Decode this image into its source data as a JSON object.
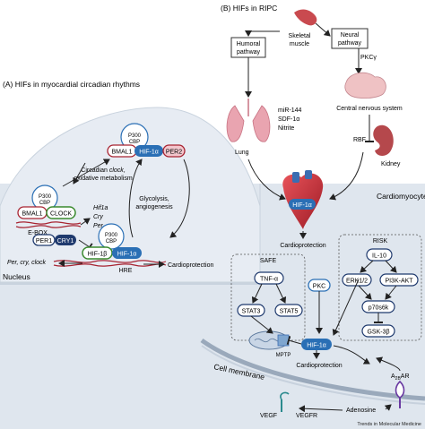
{
  "panelA": {
    "title": "(A) HIFs in myocardial circadian rhythms",
    "nucleus": "Nucleus",
    "p300_top": "P300",
    "cbp_top": "CBP",
    "bmal1_top": "BMAL1",
    "hif1a_top": "HIF-1α",
    "per2": "PER2",
    "circadian_1": "Circadian",
    "circadian_clock": "clock",
    "circadian_2": "oxidative metabolism",
    "p300_left": "P300",
    "cbp_left": "CBP",
    "bmal1_left": "BMAL1",
    "clock_left": "CLOCK",
    "ebox": "E-BOX",
    "genes_1": "Hif1a",
    "genes_2": "Cry",
    "genes_3": "Per",
    "glyco_1": "Glycolysis,",
    "glyco_2": "angiogenesis",
    "per1": "PER1",
    "cry1": "CRY1",
    "p300_bottom": "P300",
    "cbp_bottom": "CBP",
    "hif1b": "HIF-1β",
    "hif1a_bottom": "HIF-1α",
    "hre": "HRE",
    "per_cry_clock": "Per, cry, clock",
    "cardioprotection": "Cardioprotection"
  },
  "panelB": {
    "title": "(B) HIFs in RIPC",
    "skeletal_1": "Skeletal",
    "skeletal_2": "muscle",
    "humoral_1": "Humoral",
    "humoral_2": "pathway",
    "neural_1": "Neural",
    "neural_2": "pathway",
    "pkc_gamma": "PKCγ",
    "mir144": "miR-144",
    "sdf1a": "SDF-1α",
    "nitrite": "Nitrite",
    "lung": "Lung",
    "cns": "Central nervous system",
    "rbf": "RBF",
    "kidney": "Kidney",
    "heart_hif": "HIF-1α",
    "cardioprotection_mid": "Cardioprotection",
    "cardiomyocyte": "Cardiomyocyte",
    "safe": "SAFE",
    "tnf": "TNF-α",
    "stat3": "STAT3",
    "stat5": "STAT5",
    "pkc": "PKC",
    "risk": "RISK",
    "il10": "IL-10",
    "erk": "ERK1/2",
    "pi3k": "PI3K-AKT",
    "p70": "p70s6k",
    "gsk": "GSK-3β",
    "mptp": "MPTP",
    "hif1a_center": "HIF-1α",
    "cardioprotection_bottom": "Cardioprotection",
    "cell_membrane": "Cell membrane",
    "a2b_main": "A",
    "a2b_sub": "2B",
    "a2b_suffix": "AR",
    "adenosine": "Adenosine",
    "vegfr": "VEGFR",
    "vegf": "VEGF"
  },
  "footer": "Trends in Molecular Medicine",
  "colors": {
    "cytoplasm": "#dfe6ee",
    "nucleus": "#e7ecf3",
    "navy": "#1f3a6e",
    "blue": "#2a6fb5",
    "red": "#a82432",
    "green": "#3a8a2e",
    "pink": "#f3c6cc",
    "outline": "#5d7a9e"
  }
}
